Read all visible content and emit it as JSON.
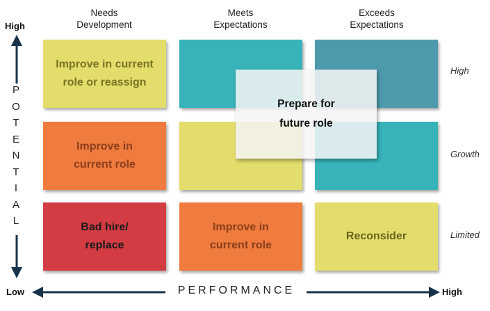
{
  "columns": [
    {
      "line1": "Needs",
      "line2": "Development"
    },
    {
      "line1": "Meets",
      "line2": "Expectations"
    },
    {
      "line1": "Exceeds",
      "line2": "Expectations"
    }
  ],
  "rows": [
    "High",
    "Growth",
    "Limited"
  ],
  "cells": [
    {
      "line1": "Improve in current",
      "line2": "role or reassign",
      "color": "#e3dd6b",
      "text_color": "#7a7425"
    },
    {
      "line1": "",
      "line2": "",
      "color": "#37b3b9",
      "text_color": "#ffffff"
    },
    {
      "line1": "",
      "line2": "",
      "color": "#4d9aad",
      "text_color": "#ffffff"
    },
    {
      "line1": "Improve in",
      "line2": "current role",
      "color": "#ef7b3e",
      "text_color": "#8b3f1a"
    },
    {
      "line1": "",
      "line2": "",
      "color": "#e3dd6b",
      "text_color": "#7a7425"
    },
    {
      "line1": "",
      "line2": "",
      "color": "#37b3b9",
      "text_color": "#ffffff"
    },
    {
      "line1": "Bad hire/",
      "line2": "replace",
      "color": "#d43c43",
      "text_color": "#1a1a1a"
    },
    {
      "line1": "Improve in",
      "line2": "current role",
      "color": "#ef7b3e",
      "text_color": "#8b3f1a"
    },
    {
      "line1": "Reconsider",
      "line2": "",
      "color": "#e3dd6b",
      "text_color": "#6b6620"
    }
  ],
  "overlay": {
    "line1": "Prepare for",
    "line2": "future role"
  },
  "potential_axis": {
    "high": "High",
    "letters": [
      "P",
      "O",
      "T",
      "E",
      "N",
      "T",
      "I",
      "A",
      "L"
    ]
  },
  "performance_axis": {
    "low": "Low",
    "label": "PERFORMANCE",
    "high": "High"
  },
  "colors": {
    "axis": "#17324a"
  }
}
